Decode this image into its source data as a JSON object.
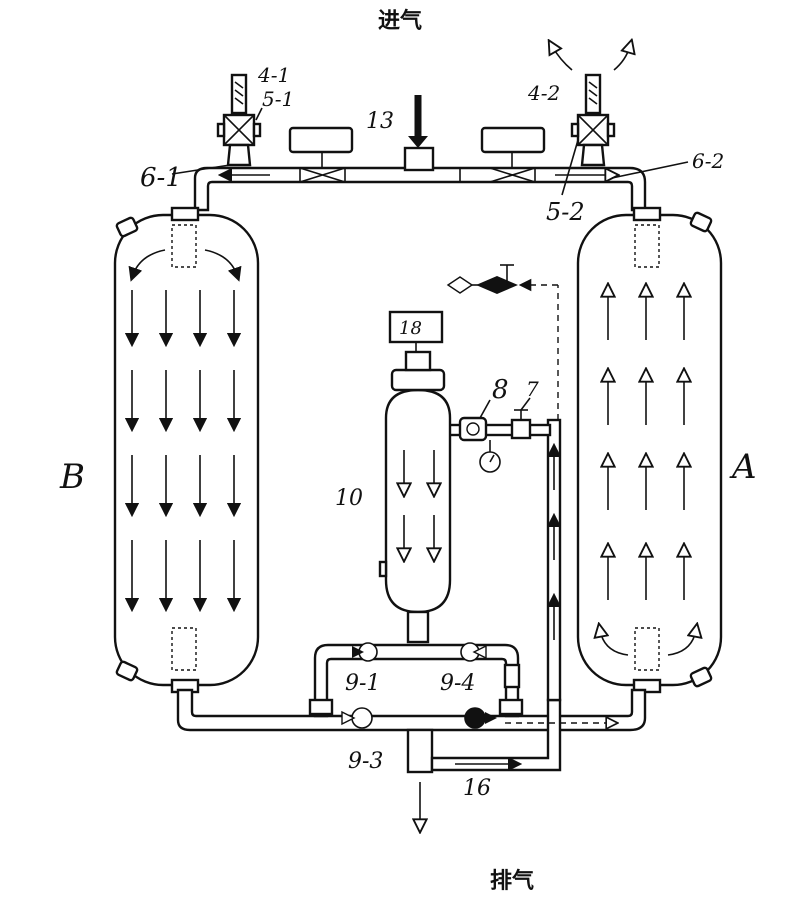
{
  "header": {
    "inlet_label": "进气"
  },
  "footer": {
    "outlet_label": "排气"
  },
  "towers": {
    "left_label": "B",
    "right_label": "A"
  },
  "labels": {
    "valve_4_1": "4-1",
    "valve_5_1": "5-1",
    "valve_6_1": "6-1",
    "valve_4_2": "4-2",
    "valve_5_2": "5-2",
    "valve_6_2": "6-2",
    "inlet_13": "13",
    "gauge_18": "18",
    "valve_8": "8",
    "valve_7": "7",
    "vessel_10": "10",
    "check_9_1": "9-1",
    "check_9_4": "9-4",
    "check_9_3": "9-3",
    "pipe_16": "16"
  },
  "colors": {
    "ink": "#111111",
    "paper": "#ffffff"
  }
}
